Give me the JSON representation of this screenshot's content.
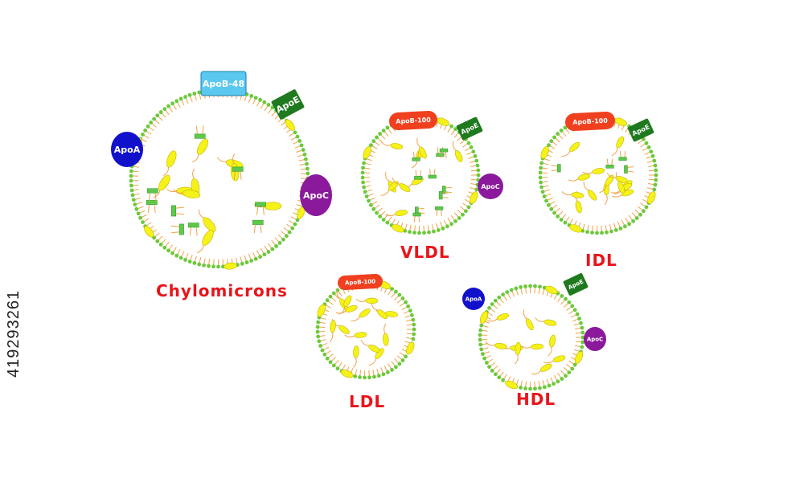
{
  "particles": [
    {
      "id": "chylomicron",
      "name": "Chylomicrons",
      "core": {
        "triglycerides": 11,
        "cholesterol_esters": 9
      },
      "proteins": [
        {
          "label": "ApoB-48",
          "color": "#5bc8ef"
        },
        {
          "label": "ApoE",
          "color": "#1f7a1f"
        },
        {
          "label": "ApoA",
          "color": "#1111cc"
        },
        {
          "label": "ApoC",
          "color": "#8a1a9b"
        }
      ]
    },
    {
      "id": "vldl",
      "name": "VLDL",
      "core": {
        "triglycerides": 9,
        "cholesterol_esters": 10
      },
      "proteins": [
        {
          "label": "ApoB-100",
          "color": "#f0401f"
        },
        {
          "label": "ApoE",
          "color": "#1f7a1f"
        },
        {
          "label": "ApoC",
          "color": "#8a1a9b"
        }
      ]
    },
    {
      "id": "idl",
      "name": "IDL",
      "core": {
        "triglycerides": 14,
        "cholesterol_esters": 4
      },
      "proteins": [
        {
          "label": "ApoB-100",
          "color": "#f0401f"
        },
        {
          "label": "ApoE",
          "color": "#1f7a1f"
        }
      ]
    },
    {
      "id": "ldl",
      "name": "LDL",
      "core": {
        "triglycerides": 14,
        "cholesterol_esters": 0
      },
      "proteins": [
        {
          "label": "ApoB-100",
          "color": "#f0401f"
        }
      ]
    },
    {
      "id": "hdl",
      "name": "HDL",
      "core": {
        "triglycerides": 10,
        "cholesterol_esters": 0
      },
      "proteins": [
        {
          "label": "ApoA",
          "color": "#1111cc"
        },
        {
          "label": "ApoE",
          "color": "#1f7a1f"
        },
        {
          "label": "ApoC",
          "color": "#8a1a9b"
        }
      ]
    }
  ],
  "stock_id": "419293261",
  "colors": {
    "caption": "#e8151b",
    "phospholipid_head": "#6cc93a",
    "phospholipid_tail": "#f2a24a",
    "triglyceride": "#f4f218",
    "cholesterol": "#5cc94a"
  }
}
